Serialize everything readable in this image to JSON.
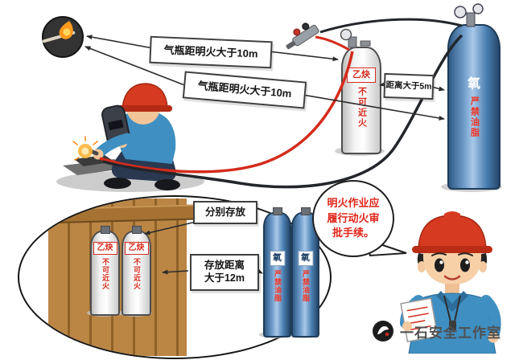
{
  "top_scene": {
    "rule_label_1": "气瓶距明火大于10m",
    "rule_label_2": "气瓶距明火大于10m",
    "cylinder_gap_label": "距离大于5m"
  },
  "storage_scene": {
    "separate_label": "分别存放",
    "distance_label_line1": "存放距离",
    "distance_label_line2": "大于12m"
  },
  "speech_bubble": {
    "line1": "明火作业应",
    "line2": "履行动火审",
    "line3": "批手续。"
  },
  "cylinders": {
    "acetylene_name": "乙炔",
    "acetylene_warning": "不可近火",
    "oxygen_name": "氧",
    "oxygen_warning": "严禁油脂"
  },
  "watermark": {
    "studio_name": "一石安全工作室"
  },
  "colors": {
    "warning_red": "#d42b1c",
    "helmet_red": "#d63a20",
    "cylinder_blue": "#4a7fb2",
    "wood_brown": "#bb8544",
    "hose_red": "#d42b1c",
    "hose_black": "#23262b"
  }
}
